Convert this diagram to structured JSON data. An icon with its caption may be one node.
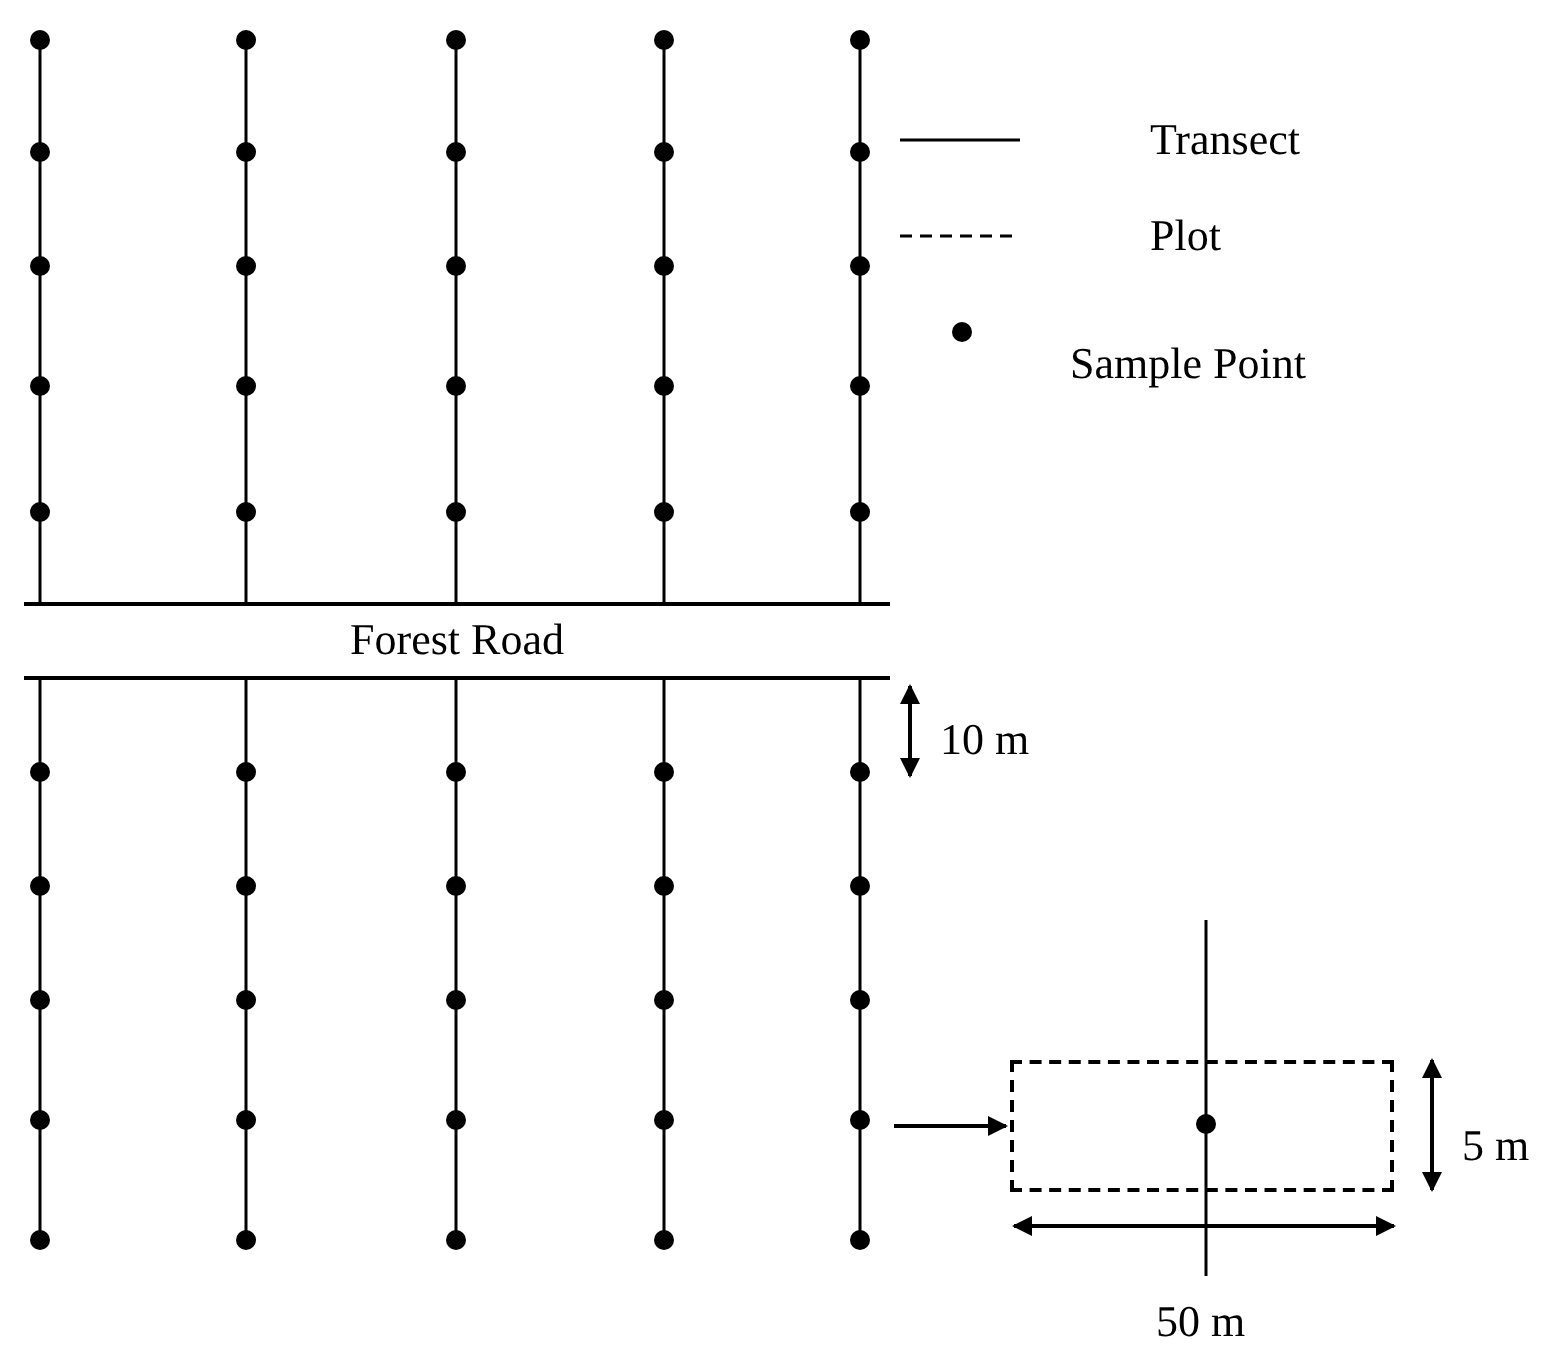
{
  "diagram": {
    "nodes": [
      {
        "text": [
          "Forest Road"
        ]
      },
      {
        "text": [],
        "shape": "box"
      }
    ],
    "edges": [
      {
        "from": null,
        "to": 1,
        "arrow": "to"
      }
    ],
    "labels": [
      "10 m",
      "5 m",
      "50 m"
    ],
    "legend": [
      {
        "text": "Transect"
      },
      {
        "text": "Plot"
      },
      {
        "text": "Sample Point"
      }
    ]
  }
}
